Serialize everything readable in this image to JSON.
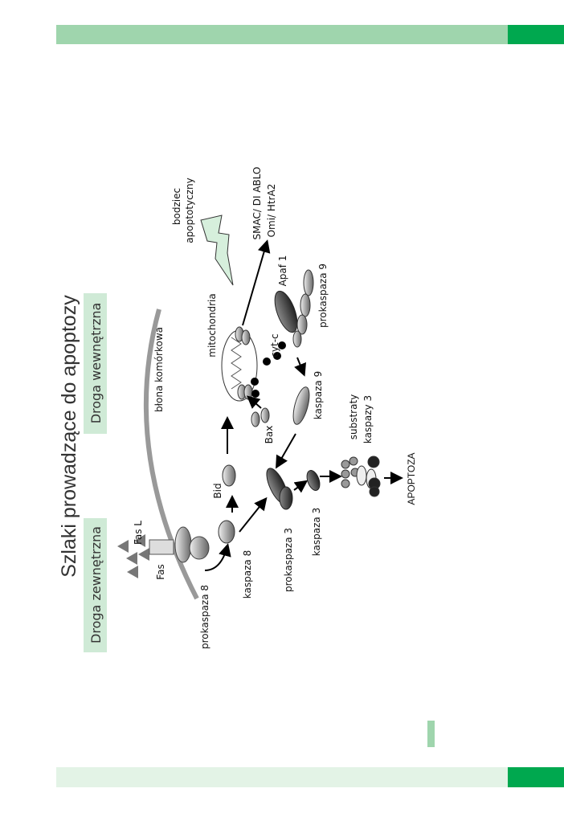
{
  "colors": {
    "header_light": "#9fd5ad",
    "header_dark": "#00a84f",
    "footer_light": "#e3f3e6",
    "box_fill": "#cfead6",
    "bolt": "#d6efdc"
  },
  "title": "Szlaki prowadzące do apoptozy",
  "pathways": {
    "extrinsic": "Droga zewnętrzna",
    "intrinsic": "Droga wewnętrzna"
  },
  "labels": {
    "fas_l": "Fas L",
    "fas": "Fas",
    "membrane": "błona komórkowa",
    "stimulus_1": "bodziec",
    "stimulus_2": "apoptotyczny",
    "smac": "SMAC/ DI ABLO",
    "omi": "Omi/ HtrA2",
    "mitochondria": "mitochondria",
    "cytc": "cyt-c",
    "apaf": "Apaf 1",
    "procasp9": "prokaspaza  9",
    "casp9": "kaspaza  9",
    "bax": "Bax",
    "bid": "Bid",
    "procasp8": "prokaspaza  8",
    "casp8": "kaspaza  8",
    "procasp3": "prokaspaza  3",
    "casp3": "kaspaza  3",
    "substrates_1": "substraty",
    "substrates_2": "kaspazy 3",
    "apoptosis": "APOPTOZA"
  }
}
